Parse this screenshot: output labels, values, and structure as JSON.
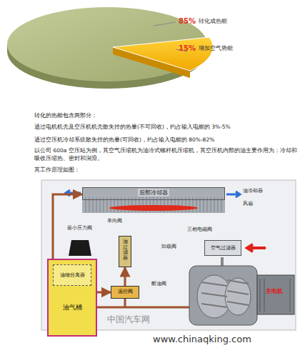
{
  "diagram": {
    "nodes": [
      {
        "text": [
          "后部冷却器"
        ]
      },
      {
        "text": [
          "油气桶"
        ]
      },
      {
        "text": [
          "油细分离器"
        ],
        "in": 1
      },
      {
        "text": [
          "空气过滤器"
        ]
      },
      {
        "text": [
          "温控阀"
        ]
      },
      {
        "text": [
          "油过滤器"
        ]
      }
    ],
    "edges": [
      {
        "from": 1,
        "to": 4,
        "arrow": "to"
      },
      {
        "from": 4,
        "to": 5,
        "arrow": "to"
      },
      {
        "from": 1,
        "to": 0,
        "arrow": "to"
      }
    ],
    "labels": [
      "85%",
      "转化成热能",
      "15%",
      "增加空气势能",
      "转化的热能包含两部分：",
      "通过电机机壳及空压机机壳散失掉的热量(不可回收)，约占输入电能的 3%-5%",
      "通过空压机冷却系统散失掉的热量(可回收)，约占输入电能的 80%-82%",
      "以公司 600a 空压站为例，其空气压缩机为油冷式螺杆机压缩机，其空压机内部的油主要作用为：冷却和吸收压缩热、密封和润滑。",
      "其工作原理如图：",
      "油冷却器",
      "风扇",
      "三相电磁阀",
      "单向阀",
      "最小压力阀",
      "断油阀",
      "卸载阀",
      "主电机",
      "中国汽车网",
      "www.chinaqking.com"
    ]
  }
}
